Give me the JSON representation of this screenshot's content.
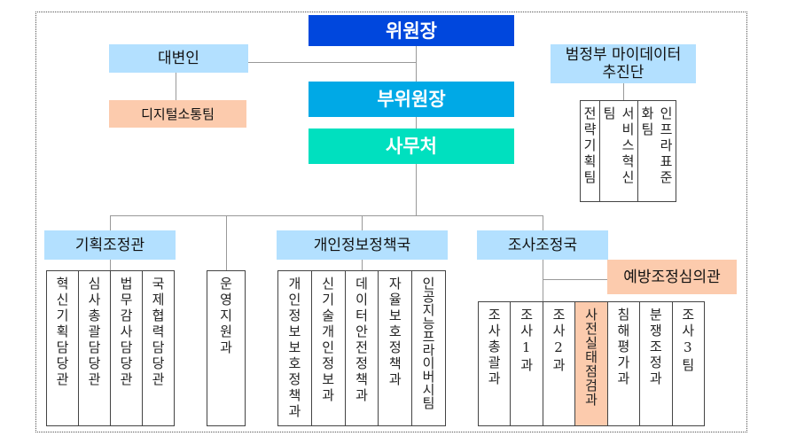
{
  "colors": {
    "chair": "#0047dd",
    "vice": "#00a9e6",
    "secretariat": "#00e0bf",
    "light_blue": "#b3e0ff",
    "peach": "#fccbad"
  },
  "chair": "위원장",
  "spokesperson": "대변인",
  "digital_team": "디지털소통팀",
  "mydata": {
    "title": "범정부 마이데이터 추진단",
    "teams": [
      "전략기획팀",
      "서비스혁신팀",
      "인프라표준화팀"
    ]
  },
  "vice_chair": "부위원장",
  "secretariat": "사무처",
  "planning": {
    "title": "기획조정관",
    "units": [
      "혁신기획담당관",
      "심사총괄담당관",
      "법무감사담당관",
      "국제협력담당관"
    ]
  },
  "operations": {
    "units": [
      "운영지원과"
    ]
  },
  "privacy_policy": {
    "title": "개인정보정책국",
    "units": [
      "개인정보보호정책과",
      "신기술개인정보과",
      "데이터안전정책과",
      "자율보호정책과",
      "인공지능프라이버시팀"
    ]
  },
  "investigation": {
    "title": "조사조정국",
    "sub_title": "예방조정심의관",
    "units": [
      "조사총괄과",
      "조사1과",
      "조사2과",
      "사전실태점검과",
      "침해평가과",
      "분쟁조정과",
      "조사3팀"
    ],
    "highlighted_unit": "사전실태점검과"
  }
}
